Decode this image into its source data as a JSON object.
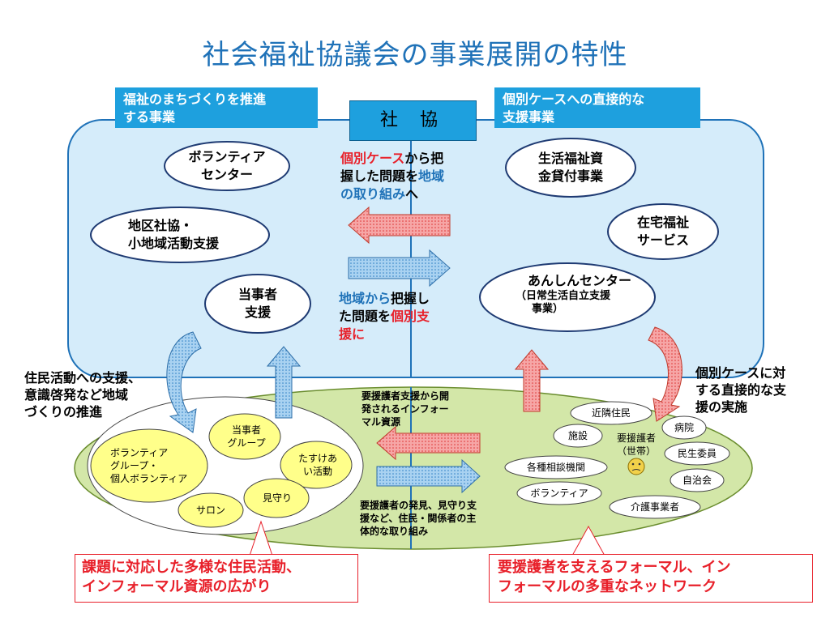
{
  "title": "社会福祉協議会の事業展開の特性",
  "header_left": [
    "福祉のまちづくりを推進",
    "する事業"
  ],
  "header_right": [
    "個別ケースへの直接的な",
    "支援事業"
  ],
  "center_box": "社 協",
  "flow_top": {
    "p1": "個別ケース",
    "p2": "から把",
    "p3": "握した問題を",
    "p4": "地域",
    "p5": "の取り組み",
    "p6": "へ"
  },
  "flow_mid": {
    "p1": "地域から",
    "p2": "把握し",
    "p3": "た問題を",
    "p4": "個別支",
    "p5": "援に"
  },
  "left_ovals": {
    "volunteer_center": [
      "ボランティア",
      "センター"
    ],
    "chiku": [
      "地区社協・",
      "小地域活動支援"
    ],
    "tojisha": [
      "当事者",
      "支援"
    ]
  },
  "right_ovals": {
    "seikatsu": [
      "生活福祉資",
      "金貸付事業"
    ],
    "zaitaku": [
      "在宅福祉",
      "サービス"
    ],
    "anshin": [
      "あんしんセンター",
      "（日常生活自立支援",
      "事業）"
    ]
  },
  "side_left": [
    "住民活動への支援、",
    "意識啓発など地域",
    "づくりの推進"
  ],
  "side_right": [
    "個別ケースに対",
    "する直接的な支",
    "援の実施"
  ],
  "resident": {
    "volunteer_group": [
      "ボランティア",
      "グループ・",
      "個人ボランティア"
    ],
    "tojisha_group": [
      "当事者",
      "グループ"
    ],
    "tasukeai": [
      "たすけあ",
      "い活動"
    ],
    "mimamori": "見守り",
    "salon": "サロン"
  },
  "mid_top_text": [
    "要援護者支援から開",
    "発されるインフォー",
    "マル資源"
  ],
  "mid_bottom_text": [
    "要援護者の発見、見守り支",
    "援など、住民・関係者の主",
    "体的な取り組み"
  ],
  "network": {
    "kinrin": "近隣住民",
    "shisetsu": "施設",
    "byoin": "病院",
    "yoengosha": [
      "要援護者",
      "（世帯）"
    ],
    "minsei": "民生委員",
    "soudan": "各種相談機関",
    "jichikai": "自治会",
    "volunteer": "ボランティア",
    "kaigo": "介護事業者"
  },
  "bottom_left": [
    "課題に対応した多様な住民活動、",
    "インフォーマル資源の広がり"
  ],
  "bottom_right": [
    "要援護者を支えるフォーマル、イン",
    "フォーマルの多重なネットワーク"
  ],
  "colors": {
    "title": "#1f72b8",
    "header": "#1ea0de",
    "panel": "#d5ecfa",
    "green": "#d3e7a8",
    "red": "#e8202a",
    "arrow_blue": "#8fc3ea",
    "arrow_red": "#f08a8a"
  }
}
